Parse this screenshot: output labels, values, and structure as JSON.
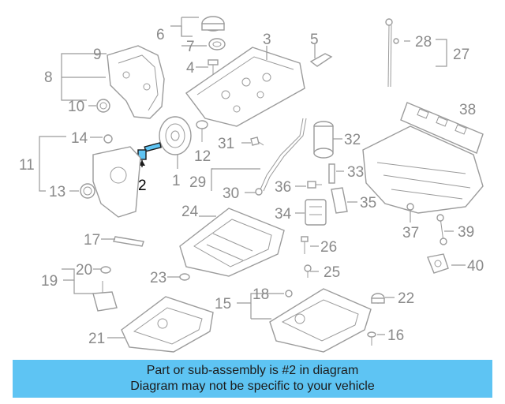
{
  "banner": {
    "line1": "Part or sub-assembly is #2 in diagram",
    "line2": "Diagram may not be specific to your vehicle"
  },
  "highlight": {
    "part_number": "2",
    "color": "#5ec4f3"
  },
  "callouts": {
    "c1": "1",
    "c2": "2",
    "c3": "3",
    "c4": "4",
    "c5": "5",
    "c6": "6",
    "c7": "7",
    "c8": "8",
    "c9": "9",
    "c10": "10",
    "c11": "11",
    "c12": "12",
    "c13": "13",
    "c14": "14",
    "c15": "15",
    "c16": "16",
    "c17": "17",
    "c18": "18",
    "c19": "19",
    "c20": "20",
    "c21": "21",
    "c22": "22",
    "c23": "23",
    "c24": "24",
    "c25": "25",
    "c26": "26",
    "c27": "27",
    "c28": "28",
    "c29": "29",
    "c30": "30",
    "c31": "31",
    "c32": "32",
    "c33": "33",
    "c34": "34",
    "c35": "35",
    "c36": "36",
    "c37": "37",
    "c38": "38",
    "c39": "39",
    "c40": "40"
  }
}
